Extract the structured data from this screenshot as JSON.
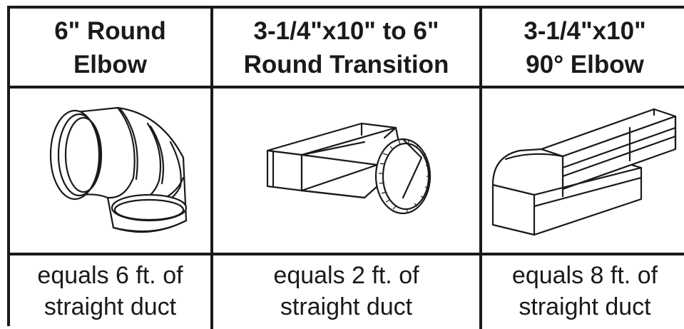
{
  "fittings": [
    {
      "title_line1": "6\" Round",
      "title_line2": "Elbow",
      "equiv_line1": "equals 6 ft. of",
      "equiv_line2": "straight duct",
      "icon": "round-elbow-icon"
    },
    {
      "title_line1": "3-1/4\"x10\" to 6\"",
      "title_line2": "Round Transition",
      "equiv_line1": "equals 2 ft. of",
      "equiv_line2": "straight duct",
      "icon": "round-transition-icon"
    },
    {
      "title_line1": "3-1/4\"x10\"",
      "title_line2": "90° Elbow",
      "equiv_line1": "equals 8 ft. of",
      "equiv_line2": "straight duct",
      "icon": "rectangular-elbow-icon"
    }
  ],
  "colors": {
    "line": "#1a1a1a",
    "background": "#ffffff"
  }
}
